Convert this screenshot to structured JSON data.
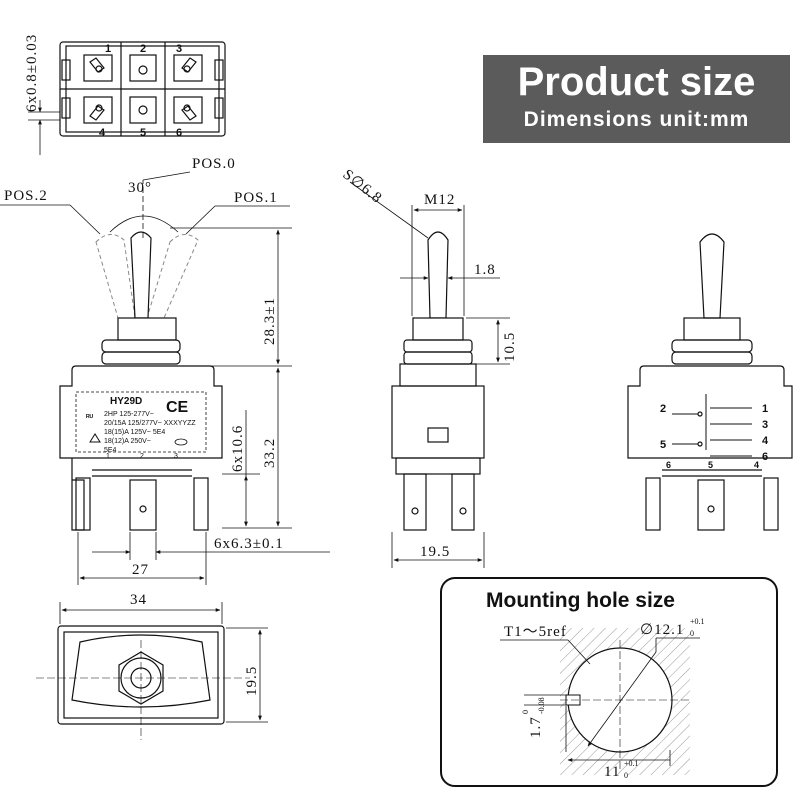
{
  "header": {
    "title": "Product size",
    "subtitle": "Dimensions unit:mm"
  },
  "top_view": {
    "dim_pin": "6x0.8±0.03",
    "pin_numbers": [
      "1",
      "2",
      "3",
      "4",
      "5",
      "6"
    ]
  },
  "front_view": {
    "pos0": "POS.0",
    "pos1": "POS.1",
    "pos2": "POS.2",
    "angle": "30°",
    "dim_height_lever": "28.3±1",
    "dim_body_height": "33.2",
    "dim_terminal_height": "6x10.6",
    "dim_terminal_pitch": "6x6.3±0.1",
    "dim_body_width": "27",
    "label": {
      "model": "HY29D",
      "mark": "CE",
      "line1": "2HP 125-277V~",
      "line2": "20/15A 125/277V~ XXXYYZZ",
      "line3": "18(15)A 125V~ 5E4",
      "line4": "18(12)A 250V~",
      "line5": "5E4",
      "terminals": [
        "1",
        "2",
        "3"
      ]
    }
  },
  "side_view": {
    "dim_s": "S∅6.8",
    "dim_thread": "M12",
    "dim_lever": "1.8",
    "dim_bushing": "10.5",
    "dim_width": "19.5"
  },
  "back_view": {
    "pins_left": [
      "2",
      "5"
    ],
    "pins_right": [
      "1",
      "3",
      "4",
      "6"
    ],
    "bottom_numbers": [
      "6",
      "5",
      "4"
    ]
  },
  "bottom_view": {
    "dim_width": "34",
    "dim_height": "19.5"
  },
  "mounting": {
    "title": "Mounting hole size",
    "thickness": "T1～5ref",
    "diameter": "∅12.1",
    "diameter_tol_upper": "+0.1",
    "diameter_tol_lower": "0",
    "key_width": "1.7",
    "key_tol_upper": "0",
    "key_tol_lower": "-0.08",
    "key_depth": "11",
    "key_depth_tol_upper": "+0.1",
    "key_depth_tol_lower": "0"
  },
  "colors": {
    "title_bg": "#5b5b5b",
    "line": "#111111"
  }
}
